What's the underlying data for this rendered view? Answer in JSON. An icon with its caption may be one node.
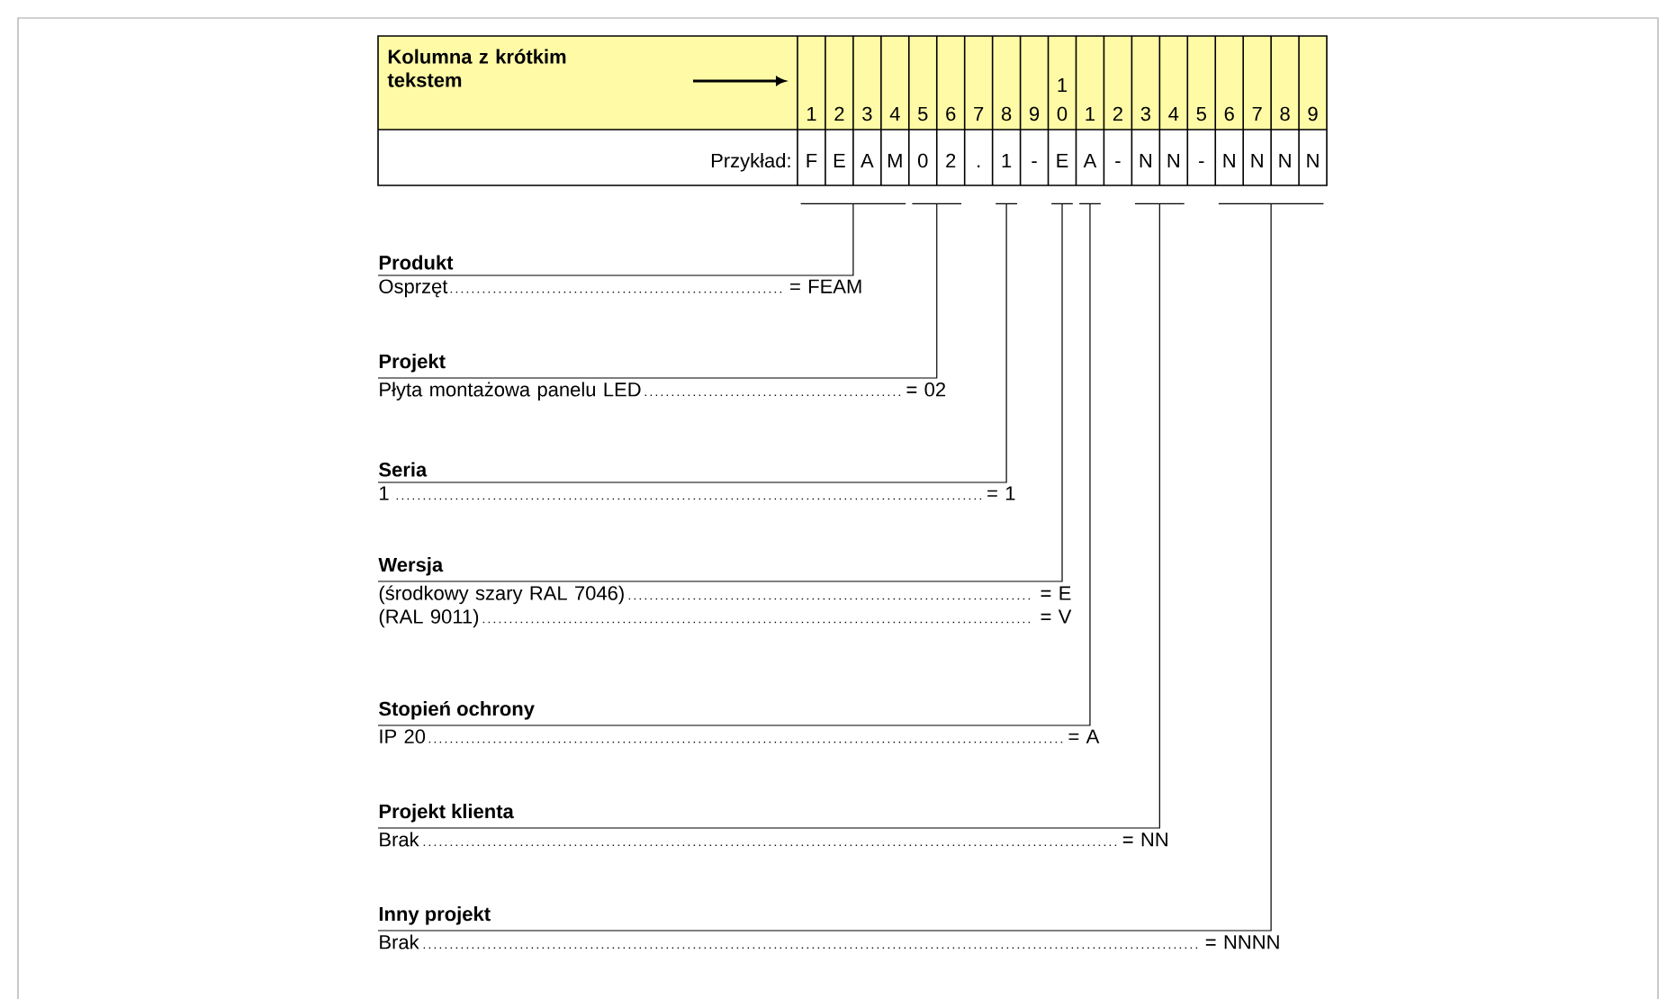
{
  "diagram": {
    "nodes": [
      {
        "text": [
          "F",
          "E",
          "A",
          "M"
        ]
      },
      {
        "text": [
          "0",
          "2"
        ]
      },
      {
        "text": [
          "1"
        ]
      },
      {
        "text": [
          "E"
        ]
      },
      {
        "text": [
          "A"
        ]
      },
      {
        "text": [
          "N",
          "N"
        ]
      },
      {
        "text": [
          "N",
          "N",
          "N",
          "N"
        ]
      },
      {
        "text": [
          "Produkt",
          "Osprzęt",
          "= FEAM"
        ]
      },
      {
        "text": [
          "Projekt",
          "Płyta montażowa panelu LED",
          "= 02"
        ]
      },
      {
        "text": [
          "Seria",
          "1",
          "= 1"
        ]
      },
      {
        "text": [
          "Wersja",
          "(środkowy szary RAL 7046)",
          "= E",
          "(RAL 9011)",
          "= V"
        ]
      },
      {
        "text": [
          "Stopień ochrony",
          "IP 20",
          "= A"
        ]
      },
      {
        "text": [
          "Projekt klienta",
          "Brak",
          "= NN"
        ]
      },
      {
        "text": [
          "Inny projekt",
          "Brak",
          "= NNNN"
        ]
      }
    ],
    "edges": [
      {
        "from": 0,
        "to": 7,
        "arrow": "none"
      },
      {
        "from": 1,
        "to": 8,
        "arrow": "none"
      },
      {
        "from": 2,
        "to": 9,
        "arrow": "none"
      },
      {
        "from": 3,
        "to": 10,
        "arrow": "none"
      },
      {
        "from": 4,
        "to": 11,
        "arrow": "none"
      },
      {
        "from": 5,
        "to": 12,
        "arrow": "none"
      },
      {
        "from": 6,
        "to": 13,
        "arrow": "none"
      }
    ],
    "labels": [
      "Kolumna z krótkim tekstem",
      "1",
      "1",
      "2",
      "3",
      "4",
      "5",
      "6",
      "7",
      "8",
      "9",
      "0",
      "1",
      "2",
      "3",
      "4",
      "5",
      "6",
      "7",
      "8",
      "9",
      "Przykład:",
      ".",
      "-",
      "-",
      "-"
    ]
  }
}
